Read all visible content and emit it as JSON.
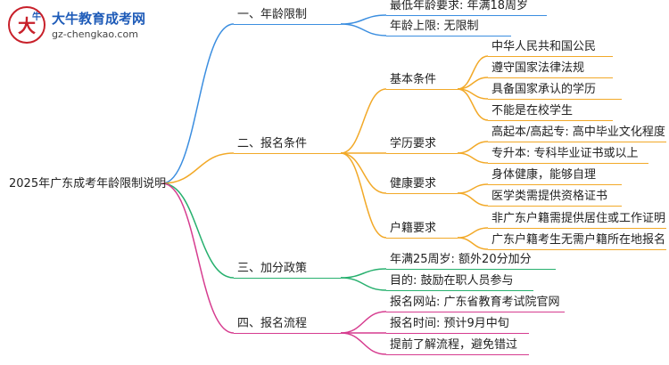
{
  "logo": {
    "name": "大牛教育成考网",
    "url": "gz-chengkao.com"
  },
  "root": "2025年广东成考年龄限制说明",
  "branches": [
    {
      "label": "一、年龄限制",
      "color": "#3b8ee0",
      "items": [
        {
          "label": "最低年龄要求: 年满18周岁"
        },
        {
          "label": "年龄上限: 无限制"
        }
      ]
    },
    {
      "label": "二、报名条件",
      "color": "#f2a928",
      "items": [
        {
          "label": "基本条件",
          "children": [
            "中华人民共和国公民",
            "遵守国家法律法规",
            "具备国家承认的学历",
            "不能是在校学生"
          ]
        },
        {
          "label": "学历要求",
          "children": [
            "高起本/高起专: 高中毕业文化程度",
            "专升本: 专科毕业证书或以上"
          ]
        },
        {
          "label": "健康要求",
          "children": [
            "身体健康，能够自理",
            "医学类需提供资格证书"
          ]
        },
        {
          "label": "户籍要求",
          "children": [
            "非广东户籍需提供居住或工作证明",
            "广东户籍考生无需户籍所在地报名"
          ]
        }
      ]
    },
    {
      "label": "三、加分政策",
      "color": "#27b06e",
      "items": [
        {
          "label": "年满25周岁: 额外20分加分"
        },
        {
          "label": "目的: 鼓励在职人员参与"
        }
      ]
    },
    {
      "label": "四、报名流程",
      "color": "#d63c8f",
      "items": [
        {
          "label": "报名网站: 广东省教育考试院官网"
        },
        {
          "label": "报名时间: 预计9月中旬"
        },
        {
          "label": "提前了解流程，避免错过"
        }
      ]
    }
  ]
}
